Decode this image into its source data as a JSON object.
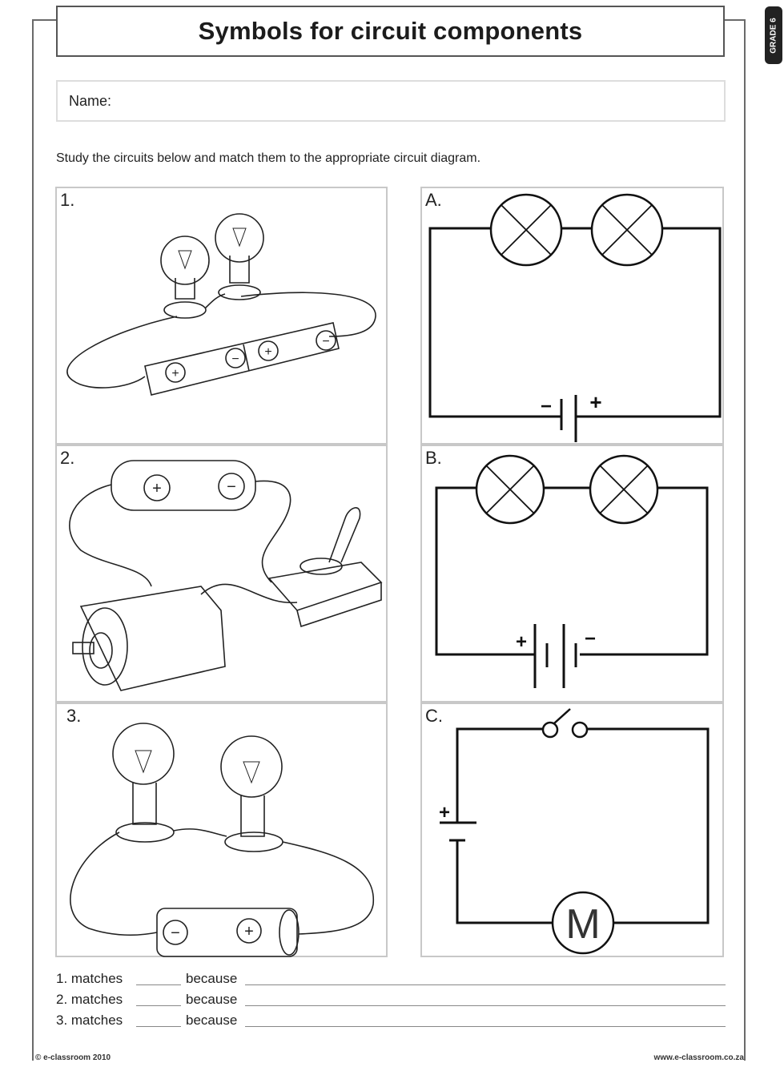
{
  "header": {
    "title": "Symbols for circuit components",
    "grade_tab": "GRADE 6"
  },
  "name_field": {
    "label": "Name:"
  },
  "instructions": "Study the circuits below and match them to the appropriate circuit diagram.",
  "pictures": [
    {
      "label": "1.",
      "description": "Two light bulbs in holders connected in series with two cells (batteries)"
    },
    {
      "label": "2.",
      "description": "One cell connected to a motor and a toggle switch"
    },
    {
      "label": "3.",
      "description": "Two light bulbs in holders connected in series with one cell"
    }
  ],
  "diagrams": [
    {
      "label": "A.",
      "components": [
        "lamp",
        "lamp",
        "cell"
      ],
      "cell_signs": {
        "minus": "−",
        "plus": "+"
      }
    },
    {
      "label": "B.",
      "components": [
        "lamp",
        "lamp",
        "cell",
        "cell"
      ],
      "cell_signs": {
        "plus": "+",
        "minus": "−"
      }
    },
    {
      "label": "C.",
      "components": [
        "switch",
        "cell",
        "motor"
      ],
      "cell_signs": {
        "plus": "+"
      },
      "motor_symbol": "M"
    }
  ],
  "answers": [
    {
      "number": "1. matches",
      "because": "because"
    },
    {
      "number": "2. matches",
      "because": "because"
    },
    {
      "number": "3. matches",
      "because": "because"
    }
  ],
  "footer": {
    "copyright": "© e-classroom 2010",
    "website": "www.e-classroom.co.za"
  }
}
